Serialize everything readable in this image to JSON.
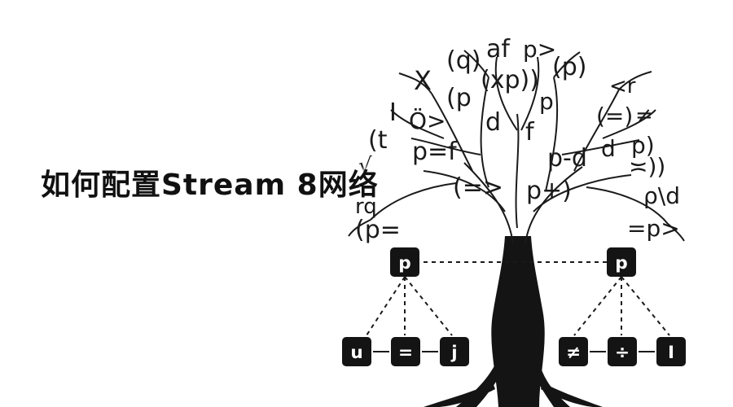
{
  "title": "如何配置Stream 8网络",
  "colors": {
    "ink": "#141414",
    "background": "#ffffff",
    "node_text": "#ffffff"
  },
  "canopy_symbols": [
    "(q)",
    "af",
    "p>",
    "(p)",
    "X",
    "(xp))",
    "(p",
    "p",
    "<r",
    "I",
    "Ö>",
    "d",
    "f",
    "(=)",
    "≠",
    "(t",
    "p=f",
    "p-d",
    "d",
    "p)",
    "(=>",
    "p+)",
    "≍))",
    "ρ\\d",
    "rq",
    "(p=",
    "=p>",
    "√"
  ],
  "tree": {
    "left_root": {
      "label": "p",
      "children": [
        "u",
        "=",
        "j"
      ]
    },
    "right_root": {
      "label": "p",
      "children": [
        "≠",
        "÷",
        "I"
      ]
    }
  }
}
